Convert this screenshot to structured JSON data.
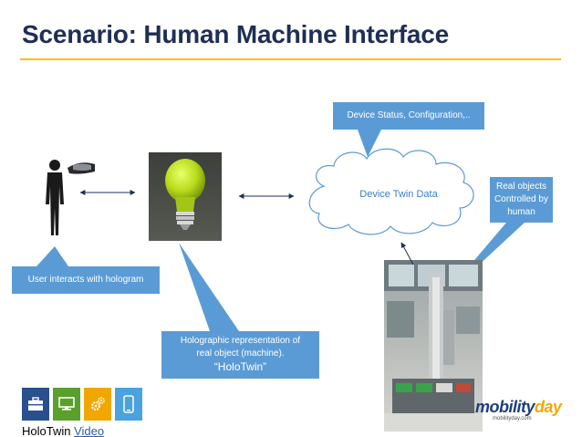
{
  "title": "Scenario: Human Machine Interface",
  "callouts": {
    "device_status": "Device Status, Configuration,..",
    "user_interacts": "User interacts with hologram",
    "holographic_line1": "Holographic representation of",
    "holographic_line2": "real object (machine).",
    "holographic_line3": "“HoloTwin”",
    "real_objects_line1": "Real objects",
    "real_objects_line2": "Controlled by",
    "real_objects_line3": "human"
  },
  "cloud_label": "Device Twin Data",
  "footer": {
    "label": "HoloTwin",
    "link": "Video"
  },
  "brand": {
    "text_dark": "mobility",
    "text_accent": "day",
    "sub": "mobilityday.com"
  },
  "icons": [
    {
      "name": "briefcase-icon",
      "color": "#2a4f8f"
    },
    {
      "name": "monitor-icon",
      "color": "#5aa02c"
    },
    {
      "name": "gears-icon",
      "color": "#f0a800"
    },
    {
      "name": "mobile-phone-icon",
      "color": "#4aa3df"
    }
  ],
  "colors": {
    "title": "#1f2f54",
    "rule": "#f5c400",
    "callout": "#5b9bd5",
    "cloud_text": "#3a7ec6"
  }
}
